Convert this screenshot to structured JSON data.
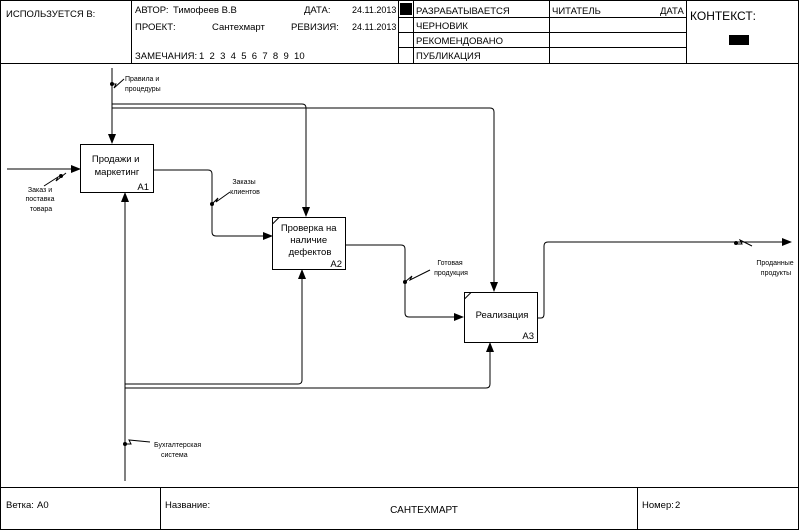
{
  "header": {
    "used_at_label": "ИСПОЛЬЗУЕТСЯ В:",
    "author_label": "АВТОР:",
    "author_value": "Тимофеев В.В",
    "project_label": "ПРОЕКТ:",
    "project_value": "Сантехмарт",
    "date_label": "ДАТА:",
    "date_value": "24.11.2013",
    "revision_label": "РЕВИЗИЯ:",
    "revision_value": "24.11.2013",
    "notes_label": "ЗАМЕЧАНИЯ:",
    "notes_numbers": "1  2  3  4  5  6  7  8  9  10",
    "status_working": "РАЗРАБАТЫВАЕТСЯ",
    "status_draft": "ЧЕРНОВИК",
    "status_recommended": "РЕКОМЕНДОВАНО",
    "status_publication": "ПУБЛИКАЦИЯ",
    "reader_label": "ЧИТАТЕЛЬ",
    "reader_date_label": "ДАТА",
    "context_label": "КОНТЕКСТ:"
  },
  "footer": {
    "node_label": "Ветка:",
    "node_value": "А0",
    "title_label": "Название:",
    "title_value": "САНТЕХМАРТ",
    "number_label": "Номер:",
    "number_value": "2"
  },
  "diagram": {
    "boxes": [
      {
        "id": "a1",
        "lines": [
          "Продажи и",
          "маркетинг"
        ],
        "code": "A1"
      },
      {
        "id": "a2",
        "lines": [
          "Проверка на",
          "наличие",
          "дефектов"
        ],
        "code": "A2"
      },
      {
        "id": "a3",
        "lines": [
          "Реализация"
        ],
        "code": "A3"
      }
    ],
    "arrows": {
      "control": [
        "Правила и",
        "процедуры"
      ],
      "input": [
        "Заказ и",
        "поставка",
        "товара"
      ],
      "orders": [
        "Заказы",
        "клиентов"
      ],
      "finished": [
        "Готовая",
        "продукция"
      ],
      "output": [
        "Проданные",
        "продукты"
      ],
      "mechanism": [
        "Бухгалтерская",
        "система"
      ]
    }
  }
}
